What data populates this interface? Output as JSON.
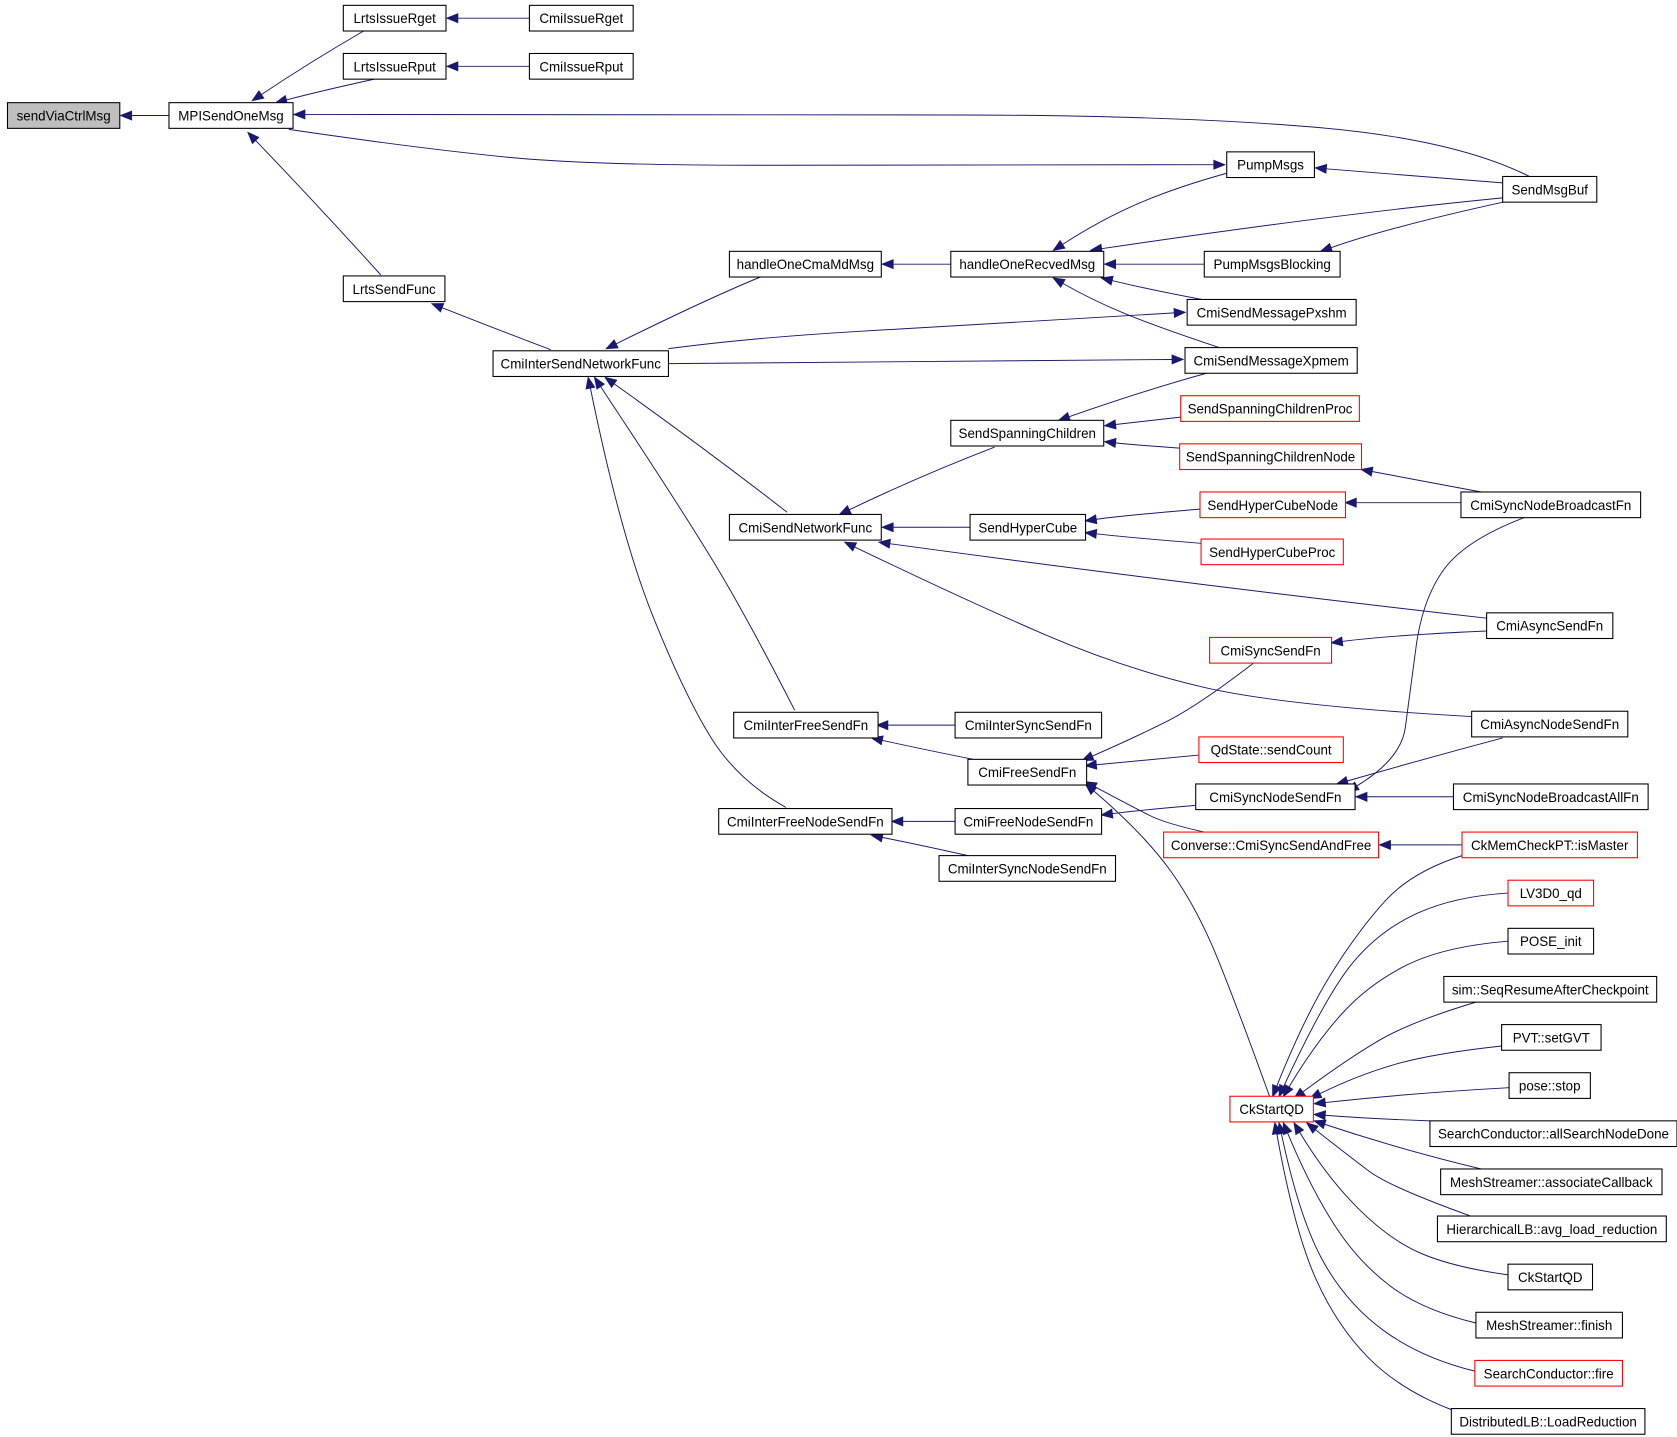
{
  "graph": {
    "title": "Caller graph of sendViaCtrlMsg",
    "direction": "right-to-left",
    "colors": {
      "edge": "#191970",
      "node_border": "#000000",
      "truncated_border": "#ff0000",
      "root_fill": "#bfbfbf",
      "background": "#ffffff"
    },
    "nodes": [
      {
        "id": "sendViaCtrlMsg",
        "label": "sendViaCtrlMsg",
        "kind": "root"
      },
      {
        "id": "MPISendOneMsg",
        "label": "MPISendOneMsg",
        "kind": "normal"
      },
      {
        "id": "LrtsIssueRget",
        "label": "LrtsIssueRget",
        "kind": "normal"
      },
      {
        "id": "LrtsIssueRput",
        "label": "LrtsIssueRput",
        "kind": "normal"
      },
      {
        "id": "CmiIssueRget",
        "label": "CmiIssueRget",
        "kind": "normal"
      },
      {
        "id": "CmiIssueRput",
        "label": "CmiIssueRput",
        "kind": "normal"
      },
      {
        "id": "LrtsSendFunc",
        "label": "LrtsSendFunc",
        "kind": "normal"
      },
      {
        "id": "CmiInterSendNetworkFunc",
        "label": "CmiInterSendNetworkFunc",
        "kind": "normal"
      },
      {
        "id": "handleOneCmaMdMsg",
        "label": "handleOneCmaMdMsg",
        "kind": "normal"
      },
      {
        "id": "handleOneRecvedMsg",
        "label": "handleOneRecvedMsg",
        "kind": "normal"
      },
      {
        "id": "PumpMsgs",
        "label": "PumpMsgs",
        "kind": "normal"
      },
      {
        "id": "SendMsgBuf",
        "label": "SendMsgBuf",
        "kind": "normal"
      },
      {
        "id": "PumpMsgsBlocking",
        "label": "PumpMsgsBlocking",
        "kind": "normal"
      },
      {
        "id": "CmiSendMessagePxshm",
        "label": "CmiSendMessagePxshm",
        "kind": "normal"
      },
      {
        "id": "CmiSendMessageXpmem",
        "label": "CmiSendMessageXpmem",
        "kind": "normal"
      },
      {
        "id": "SendSpanningChildren",
        "label": "SendSpanningChildren",
        "kind": "normal"
      },
      {
        "id": "SendSpanningChildrenProc",
        "label": "SendSpanningChildrenProc",
        "kind": "truncated"
      },
      {
        "id": "SendSpanningChildrenNode",
        "label": "SendSpanningChildrenNode",
        "kind": "truncated"
      },
      {
        "id": "CmiSendNetworkFunc",
        "label": "CmiSendNetworkFunc",
        "kind": "normal"
      },
      {
        "id": "SendHyperCube",
        "label": "SendHyperCube",
        "kind": "normal"
      },
      {
        "id": "SendHyperCubeNode",
        "label": "SendHyperCubeNode",
        "kind": "truncated"
      },
      {
        "id": "SendHyperCubeProc",
        "label": "SendHyperCubeProc",
        "kind": "truncated"
      },
      {
        "id": "CmiSyncNodeBroadcastFn",
        "label": "CmiSyncNodeBroadcastFn",
        "kind": "normal"
      },
      {
        "id": "CmiAsyncSendFn",
        "label": "CmiAsyncSendFn",
        "kind": "normal"
      },
      {
        "id": "CmiSyncSendFn",
        "label": "CmiSyncSendFn",
        "kind": "truncated"
      },
      {
        "id": "CmiInterFreeSendFn",
        "label": "CmiInterFreeSendFn",
        "kind": "normal"
      },
      {
        "id": "CmiInterSyncSendFn",
        "label": "CmiInterSyncSendFn",
        "kind": "normal"
      },
      {
        "id": "CmiAsyncNodeSendFn",
        "label": "CmiAsyncNodeSendFn",
        "kind": "normal"
      },
      {
        "id": "CmiFreeSendFn",
        "label": "CmiFreeSendFn",
        "kind": "normal"
      },
      {
        "id": "QdStateSendCount",
        "label": "QdState::sendCount",
        "kind": "truncated"
      },
      {
        "id": "CmiSyncNodeSendFn",
        "label": "CmiSyncNodeSendFn",
        "kind": "normal"
      },
      {
        "id": "CmiSyncNodeBroadcastAllFn",
        "label": "CmiSyncNodeBroadcastAllFn",
        "kind": "normal"
      },
      {
        "id": "CmiInterFreeNodeSendFn",
        "label": "CmiInterFreeNodeSendFn",
        "kind": "normal"
      },
      {
        "id": "CmiFreeNodeSendFn",
        "label": "CmiFreeNodeSendFn",
        "kind": "normal"
      },
      {
        "id": "ConverseCmiSyncSendAndFree",
        "label": "Converse::CmiSyncSendAndFree",
        "kind": "truncated"
      },
      {
        "id": "CkMemCheckPTisMaster",
        "label": "CkMemCheckPT::isMaster",
        "kind": "truncated"
      },
      {
        "id": "CmiInterSyncNodeSendFn",
        "label": "CmiInterSyncNodeSendFn",
        "kind": "normal"
      },
      {
        "id": "LV3D0_qd",
        "label": "LV3D0_qd",
        "kind": "truncated"
      },
      {
        "id": "POSE_init",
        "label": "POSE_init",
        "kind": "normal"
      },
      {
        "id": "simSeqResumeAfterCheckpoint",
        "label": "sim::SeqResumeAfterCheckpoint",
        "kind": "normal"
      },
      {
        "id": "PVTsetGVT",
        "label": "PVT::setGVT",
        "kind": "normal"
      },
      {
        "id": "posestop",
        "label": "pose::stop",
        "kind": "normal"
      },
      {
        "id": "CkStartQD_red",
        "label": "CkStartQD",
        "kind": "truncated"
      },
      {
        "id": "SearchConductorAllSearchNodeDone",
        "label": "SearchConductor::allSearchNodeDone",
        "kind": "normal"
      },
      {
        "id": "MeshStreamerAssociateCallback",
        "label": "MeshStreamer::associateCallback",
        "kind": "normal"
      },
      {
        "id": "HierarchicalLBAvgLoadReduction",
        "label": "HierarchicalLB::avg_load_reduction",
        "kind": "normal"
      },
      {
        "id": "CkStartQD_black",
        "label": "CkStartQD",
        "kind": "normal"
      },
      {
        "id": "MeshStreamerFinish",
        "label": "MeshStreamer::finish",
        "kind": "normal"
      },
      {
        "id": "SearchConductorFire",
        "label": "SearchConductor::fire",
        "kind": "truncated"
      },
      {
        "id": "DistributedLBLoadReduction",
        "label": "DistributedLB::LoadReduction",
        "kind": "normal"
      }
    ],
    "edges": [
      {
        "from": "MPISendOneMsg",
        "to": "sendViaCtrlMsg"
      },
      {
        "from": "LrtsIssueRget",
        "to": "MPISendOneMsg"
      },
      {
        "from": "LrtsIssueRput",
        "to": "MPISendOneMsg"
      },
      {
        "from": "SendMsgBuf",
        "to": "MPISendOneMsg"
      },
      {
        "from": "MPISendOneMsg",
        "to": "PumpMsgs"
      },
      {
        "from": "LrtsSendFunc",
        "to": "MPISendOneMsg"
      },
      {
        "from": "CmiIssueRget",
        "to": "LrtsIssueRget"
      },
      {
        "from": "CmiIssueRput",
        "to": "LrtsIssueRput"
      },
      {
        "from": "CmiInterSendNetworkFunc",
        "to": "LrtsSendFunc"
      },
      {
        "from": "handleOneCmaMdMsg",
        "to": "CmiInterSendNetworkFunc"
      },
      {
        "from": "CmiInterSendNetworkFunc",
        "to": "CmiSendMessagePxshm"
      },
      {
        "from": "CmiInterSendNetworkFunc",
        "to": "CmiSendMessageXpmem"
      },
      {
        "from": "CmiSendNetworkFunc",
        "to": "CmiInterSendNetworkFunc"
      },
      {
        "from": "CmiInterFreeSendFn",
        "to": "CmiInterSendNetworkFunc"
      },
      {
        "from": "CmiInterFreeNodeSendFn",
        "to": "CmiInterSendNetworkFunc"
      },
      {
        "from": "handleOneRecvedMsg",
        "to": "handleOneCmaMdMsg"
      },
      {
        "from": "PumpMsgs",
        "to": "handleOneRecvedMsg"
      },
      {
        "from": "SendMsgBuf",
        "to": "handleOneRecvedMsg"
      },
      {
        "from": "PumpMsgsBlocking",
        "to": "handleOneRecvedMsg"
      },
      {
        "from": "CmiSendMessagePxshm",
        "to": "handleOneRecvedMsg"
      },
      {
        "from": "CmiSendMessageXpmem",
        "to": "handleOneRecvedMsg"
      },
      {
        "from": "SendMsgBuf",
        "to": "PumpMsgs"
      },
      {
        "from": "SendMsgBuf",
        "to": "PumpMsgsBlocking"
      },
      {
        "from": "CmiSendMessageXpmem",
        "to": "SendSpanningChildren"
      },
      {
        "from": "SendSpanningChildrenProc",
        "to": "SendSpanningChildren"
      },
      {
        "from": "SendSpanningChildrenNode",
        "to": "SendSpanningChildren"
      },
      {
        "from": "SendSpanningChildren",
        "to": "CmiSendNetworkFunc"
      },
      {
        "from": "SendHyperCube",
        "to": "CmiSendNetworkFunc"
      },
      {
        "from": "CmiAsyncSendFn",
        "to": "CmiSendNetworkFunc"
      },
      {
        "from": "CmiAsyncNodeSendFn",
        "to": "CmiSendNetworkFunc"
      },
      {
        "from": "SendHyperCubeNode",
        "to": "SendHyperCube"
      },
      {
        "from": "SendHyperCubeProc",
        "to": "SendHyperCube"
      },
      {
        "from": "CmiSyncNodeBroadcastFn",
        "to": "SendSpanningChildrenNode"
      },
      {
        "from": "CmiSyncNodeBroadcastFn",
        "to": "SendHyperCubeNode"
      },
      {
        "from": "CmiSyncNodeBroadcastFn",
        "to": "CmiSyncNodeSendFn"
      },
      {
        "from": "CmiAsyncSendFn",
        "to": "CmiSyncSendFn"
      },
      {
        "from": "CmiSyncSendFn",
        "to": "CmiFreeSendFn"
      },
      {
        "from": "CmiInterSyncSendFn",
        "to": "CmiInterFreeSendFn"
      },
      {
        "from": "CmiFreeSendFn",
        "to": "CmiInterFreeSendFn"
      },
      {
        "from": "QdStateSendCount",
        "to": "CmiFreeSendFn"
      },
      {
        "from": "ConverseCmiSyncSendAndFree",
        "to": "CmiFreeSendFn"
      },
      {
        "from": "CkStartQD_red",
        "to": "CmiFreeSendFn"
      },
      {
        "from": "CmiAsyncNodeSendFn",
        "to": "CmiSyncNodeSendFn"
      },
      {
        "from": "CmiSyncNodeBroadcastAllFn",
        "to": "CmiSyncNodeSendFn"
      },
      {
        "from": "CmiSyncNodeSendFn",
        "to": "CmiFreeNodeSendFn"
      },
      {
        "from": "CmiFreeNodeSendFn",
        "to": "CmiInterFreeNodeSendFn"
      },
      {
        "from": "CmiInterSyncNodeSendFn",
        "to": "CmiInterFreeNodeSendFn"
      },
      {
        "from": "CkMemCheckPTisMaster",
        "to": "ConverseCmiSyncSendAndFree"
      },
      {
        "from": "CkMemCheckPTisMaster",
        "to": "CkStartQD_red"
      },
      {
        "from": "LV3D0_qd",
        "to": "CkStartQD_red"
      },
      {
        "from": "POSE_init",
        "to": "CkStartQD_red"
      },
      {
        "from": "simSeqResumeAfterCheckpoint",
        "to": "CkStartQD_red"
      },
      {
        "from": "PVTsetGVT",
        "to": "CkStartQD_red"
      },
      {
        "from": "posestop",
        "to": "CkStartQD_red"
      },
      {
        "from": "SearchConductorAllSearchNodeDone",
        "to": "CkStartQD_red"
      },
      {
        "from": "MeshStreamerAssociateCallback",
        "to": "CkStartQD_red"
      },
      {
        "from": "HierarchicalLBAvgLoadReduction",
        "to": "CkStartQD_red"
      },
      {
        "from": "CkStartQD_black",
        "to": "CkStartQD_red"
      },
      {
        "from": "MeshStreamerFinish",
        "to": "CkStartQD_red"
      },
      {
        "from": "SearchConductorFire",
        "to": "CkStartQD_red"
      },
      {
        "from": "DistributedLBLoadReduction",
        "to": "CkStartQD_red"
      }
    ]
  }
}
